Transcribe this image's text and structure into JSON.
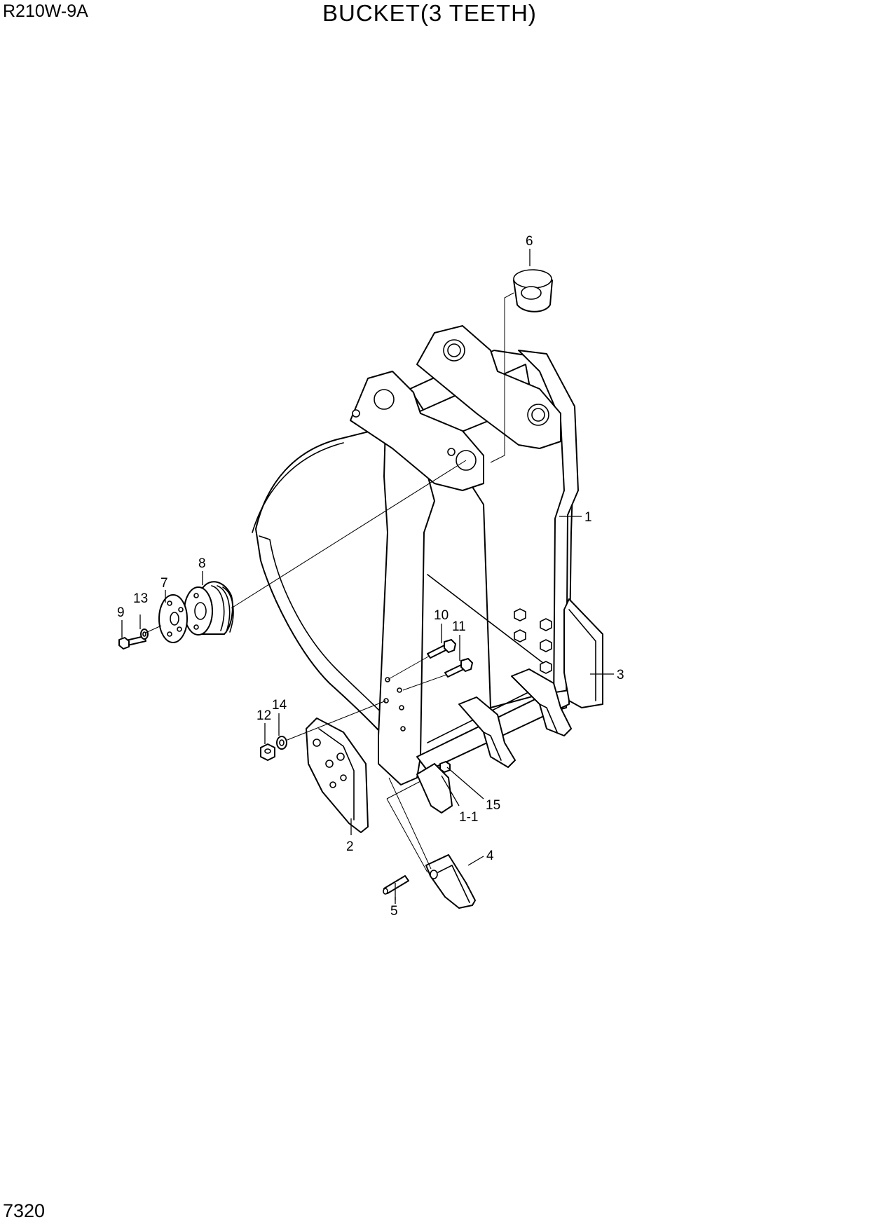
{
  "header": {
    "model": "R210W-9A",
    "title": "BUCKET(3 TEETH)"
  },
  "footer": {
    "page_number": "7320"
  },
  "callouts": {
    "c1": "1",
    "c1_1": "1-1",
    "c2": "2",
    "c3": "3",
    "c4": "4",
    "c5": "5",
    "c6": "6",
    "c7": "7",
    "c8": "8",
    "c9": "9",
    "c10": "10",
    "c11": "11",
    "c12": "12",
    "c13": "13",
    "c14": "14",
    "c15": "15"
  }
}
